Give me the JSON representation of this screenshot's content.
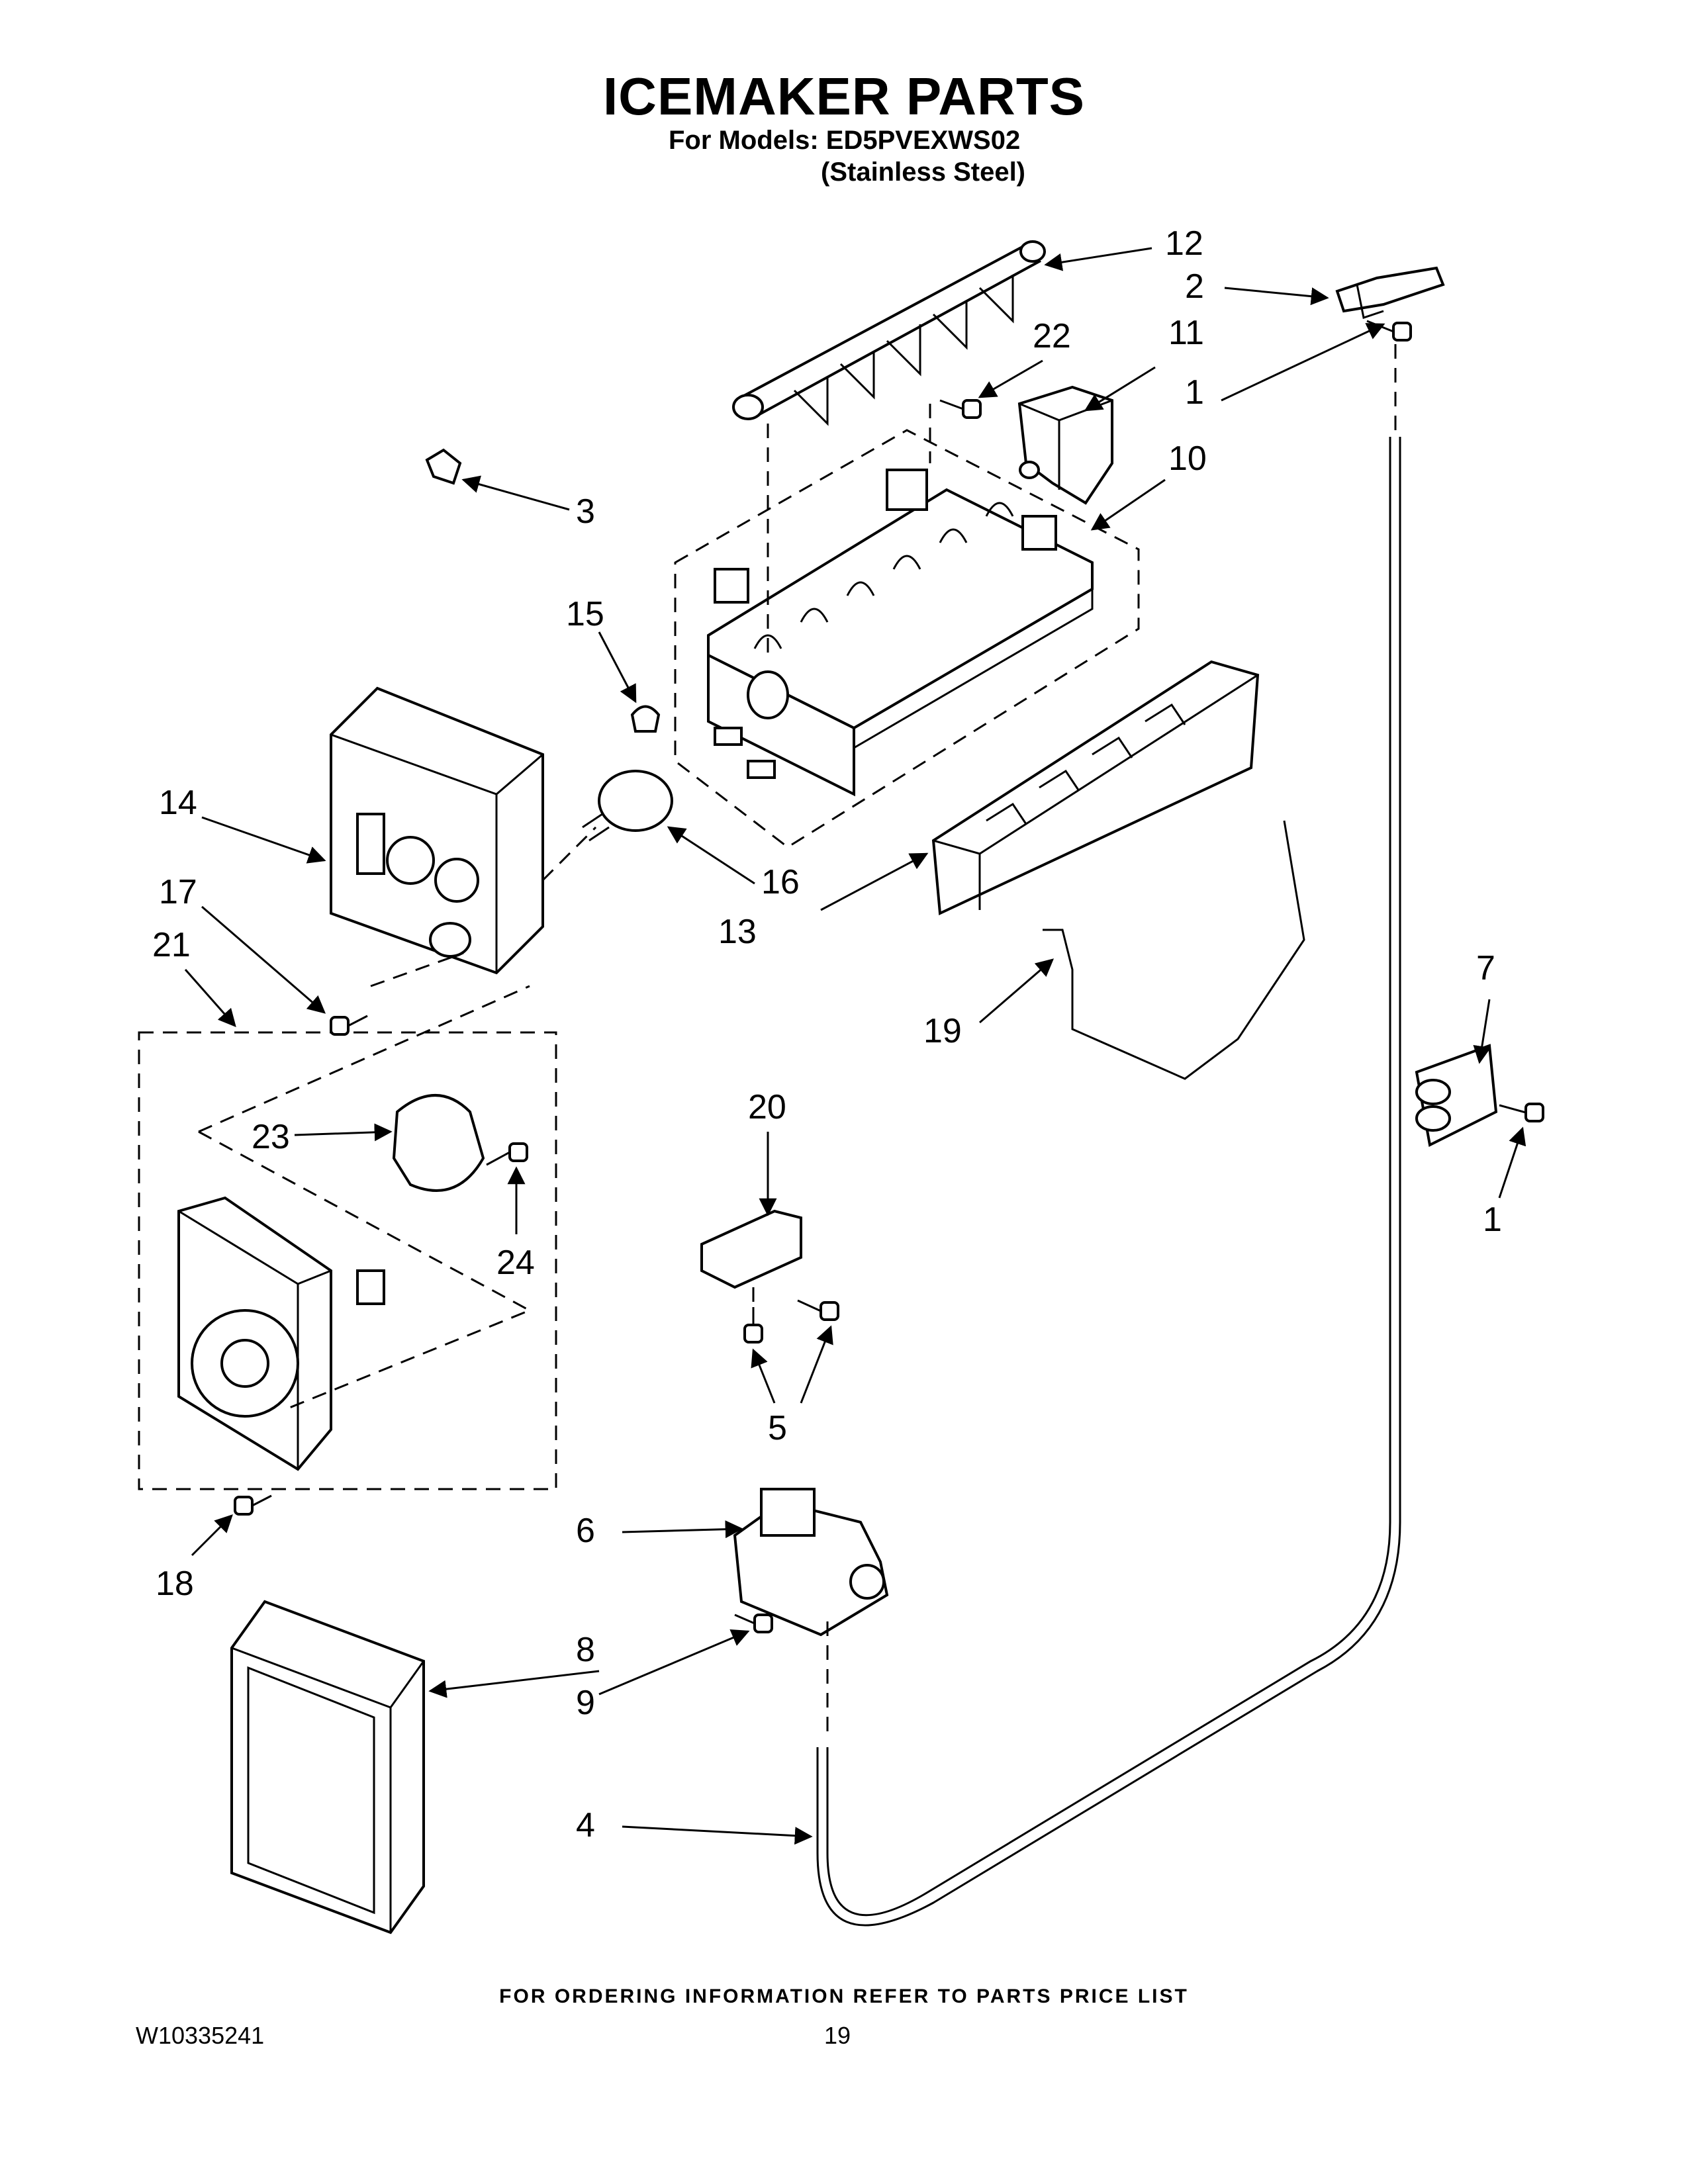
{
  "header": {
    "title": "ICEMAKER PARTS",
    "models_line": "For Models: ED5PVEXWS02",
    "finish_line": "(Stainless Steel)"
  },
  "callouts": [
    "1",
    "2",
    "3",
    "4",
    "5",
    "6",
    "7",
    "8",
    "9",
    "10",
    "11",
    "12",
    "13",
    "14",
    "15",
    "16",
    "17",
    "18",
    "19",
    "20",
    "21",
    "22",
    "23",
    "24"
  ],
  "callout_1b": "1",
  "footer": {
    "ordering_note": "FOR ORDERING INFORMATION REFER TO PARTS PRICE LIST",
    "document_id": "W10335241",
    "page_number": "19"
  }
}
